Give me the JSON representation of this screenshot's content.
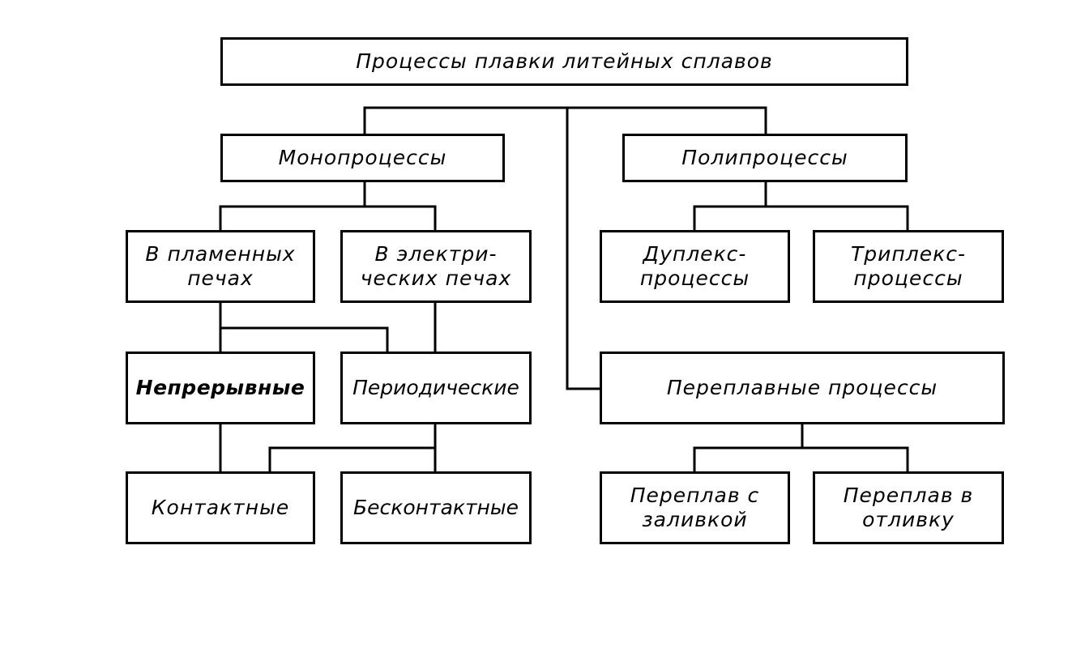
{
  "diagram": {
    "root": "Процессы плавки литейных сплавов",
    "mono": "Монопроцессы",
    "poly": "Полипроцессы",
    "flame": "В пламенных\nпечах",
    "electric": "В электри-\nческих печах",
    "duplex": "Дуплекс-\nпроцессы",
    "triplex": "Триплекс-\nпроцессы",
    "continuous": "Непрерывные",
    "periodic": "Периодические",
    "remelt": "Переплавные процессы",
    "contact": "Контактные",
    "noncontact": "Бесконтактные",
    "remelt_pour": "Переплав с\nзаливкой",
    "remelt_cast": "Переплав в\nотливку"
  }
}
